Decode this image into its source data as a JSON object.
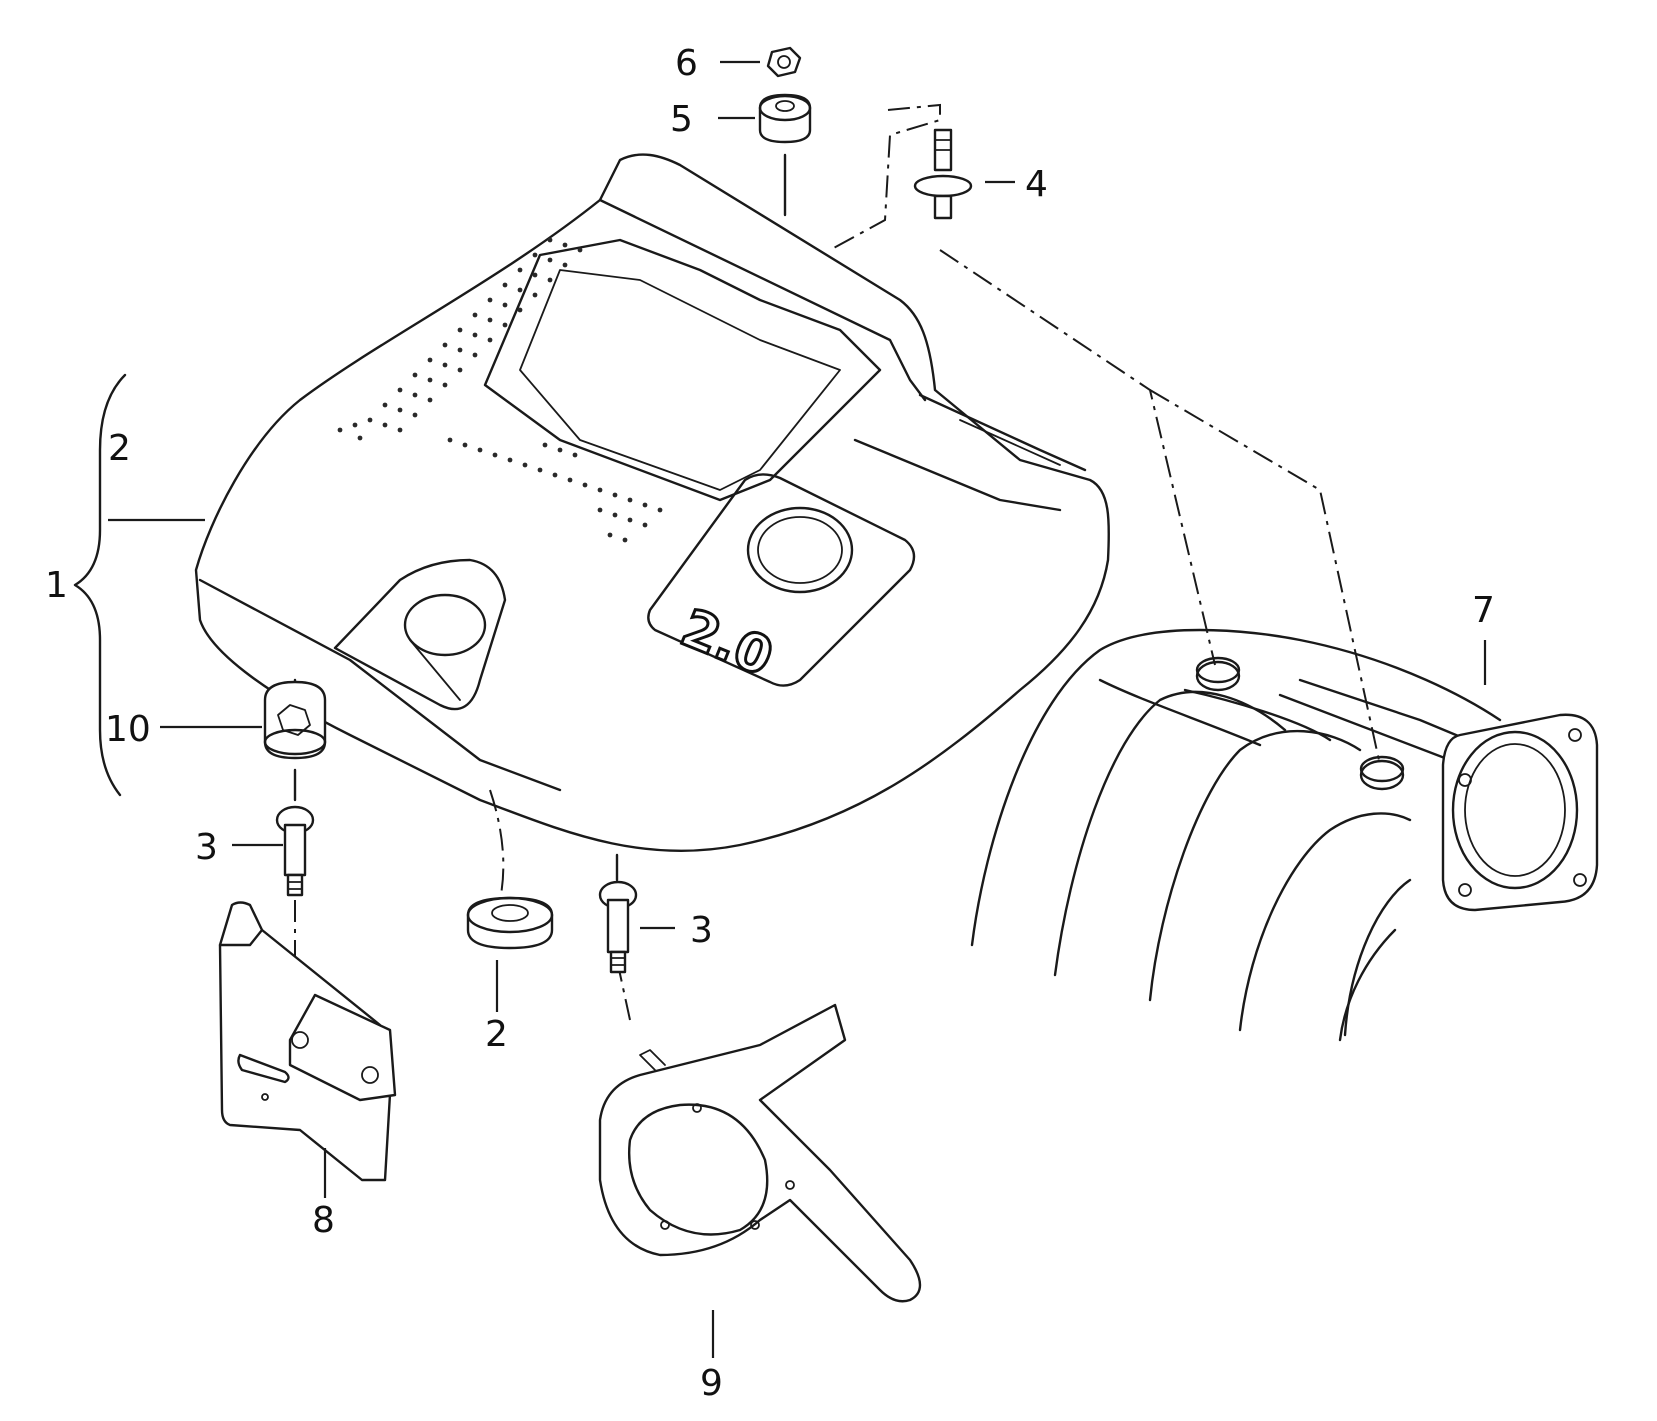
{
  "diagram": {
    "callouts": {
      "c1": "1",
      "c2_top": "2",
      "c2_center": "2",
      "c3_left": "3",
      "c3_right": "3",
      "c4": "4",
      "c5": "5",
      "c6": "6",
      "c7": "7",
      "c8": "8",
      "c9": "9",
      "c10": "10"
    },
    "cover_badge": "2.0"
  }
}
